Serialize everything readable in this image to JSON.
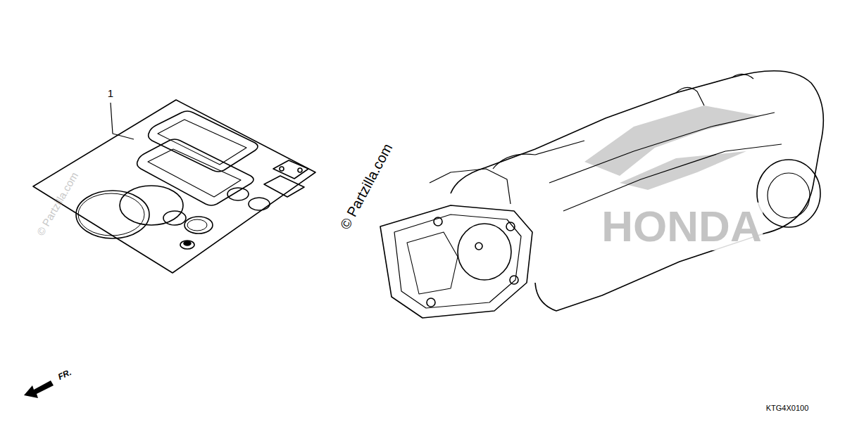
{
  "diagram": {
    "labels": [
      "1",
      "© Partzilla.com",
      "© Partzilla.com",
      "HONDA",
      "FR.",
      "KTG4X0100"
    ]
  }
}
